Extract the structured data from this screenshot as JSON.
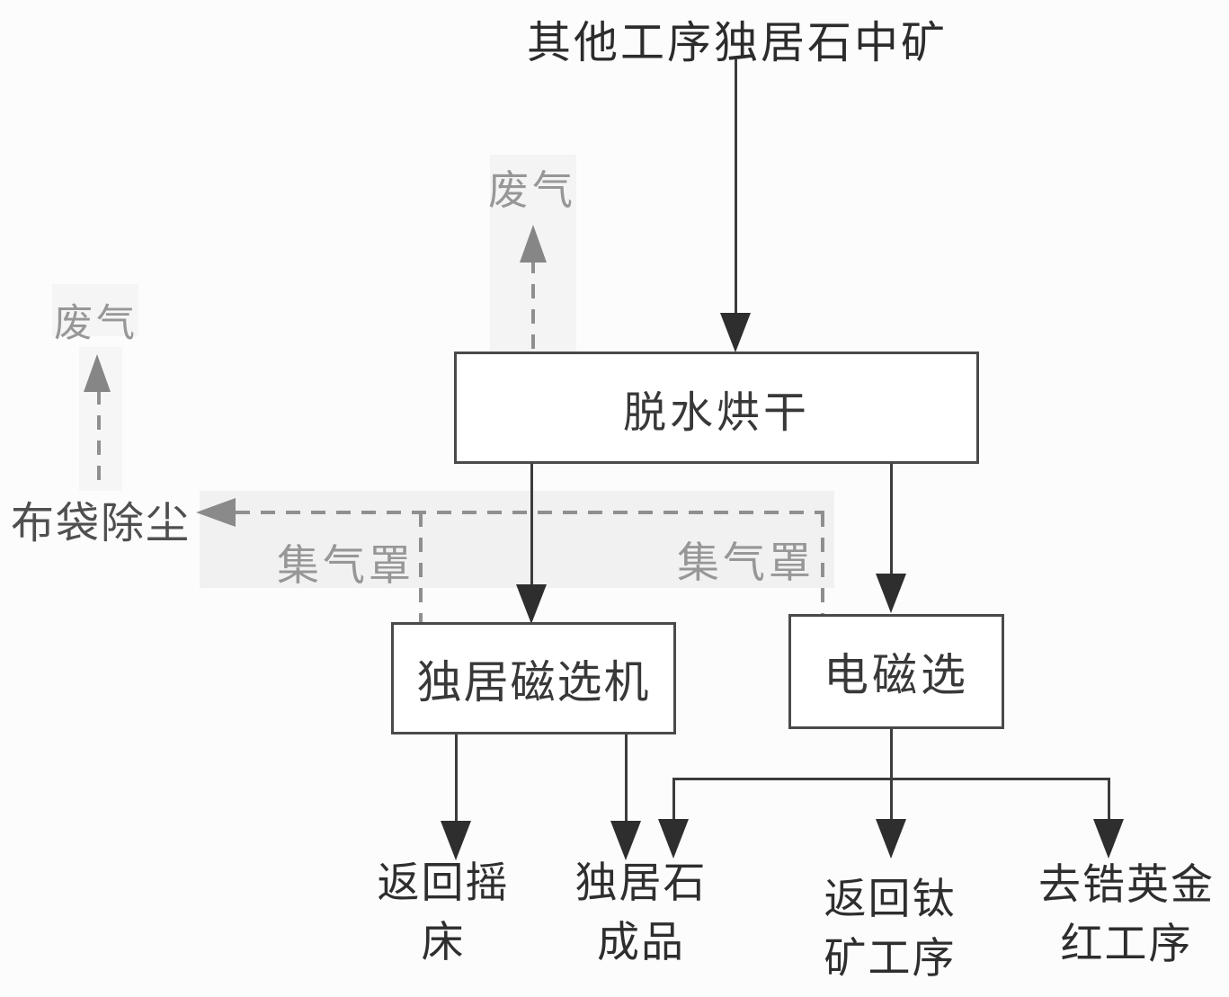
{
  "colors": {
    "ink_dark": "#2e2e2e",
    "box_border": "#4a4a4a",
    "gray_dashed": "#8f8f8f",
    "gray_label": "#979797",
    "background": "#fcfcfc"
  },
  "nodes": {
    "source_label": "其他工序独居石中矿",
    "dehydration_box": "脱水烘干",
    "monazite_separator_box": "独居磁选机",
    "electromagnetic_box": "电磁选"
  },
  "annotations": {
    "waste_gas_center": "废气",
    "waste_gas_left": "废气",
    "bag_dust_collector": "布袋除尘",
    "gas_hood_left": "集气罩",
    "gas_hood_right": "集气罩"
  },
  "outputs": {
    "return_shaking_table": {
      "line1": "返回摇",
      "line2": "床"
    },
    "monazite_product": {
      "line1": "独居石",
      "line2": "成品"
    },
    "return_titanium": {
      "line1": "返回钛",
      "line2": "矿工序"
    },
    "zircon_rutile": {
      "line1": "去锆英金",
      "line2": "红工序"
    }
  }
}
